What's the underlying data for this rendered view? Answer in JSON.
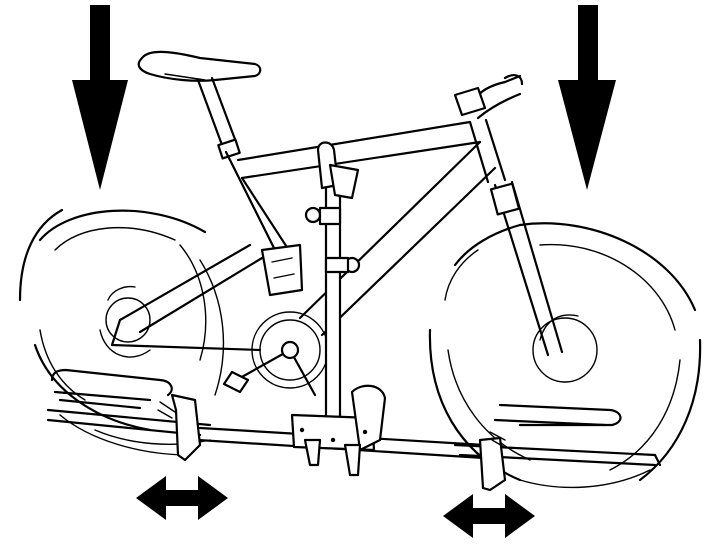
{
  "colors": {
    "ink": "#000000",
    "background": "#ffffff"
  },
  "figure": {
    "subject": "bicycle-on-hitch-rack",
    "arrows": [
      {
        "name": "down-arrow-left-icon",
        "direction": "down"
      },
      {
        "name": "down-arrow-right-icon",
        "direction": "down"
      },
      {
        "name": "double-arrow-left-icon",
        "direction": "left-right"
      },
      {
        "name": "double-arrow-right-icon",
        "direction": "left-right"
      }
    ]
  }
}
